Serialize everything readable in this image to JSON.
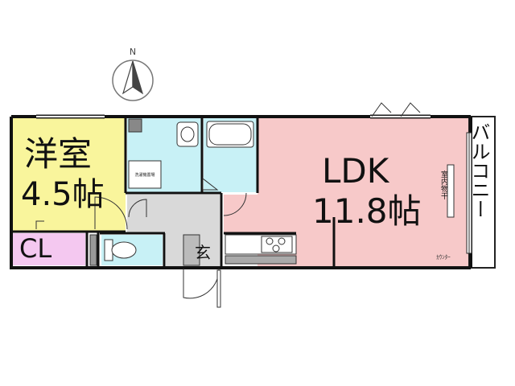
{
  "compass": {
    "north_label": "N"
  },
  "rooms": {
    "western": {
      "name": "洋室",
      "size": "4.5帖",
      "color": "#f9f59c"
    },
    "closet": {
      "name": "CL",
      "color": "#f4c8f0"
    },
    "ldk": {
      "name": "LDK",
      "size": "11.8帖",
      "color": "#f7c9c9"
    },
    "balcony": {
      "name": "バルコニー"
    },
    "entrance": {
      "name": "玄"
    },
    "wet": {
      "color": "#c8f1f6"
    },
    "hall": {
      "color": "#d9d9d9"
    }
  },
  "labels": {
    "laundry": "洗濯機置場",
    "indoor_drying": "室内物干",
    "counter": "ｶｳﾝﾀｰ"
  }
}
